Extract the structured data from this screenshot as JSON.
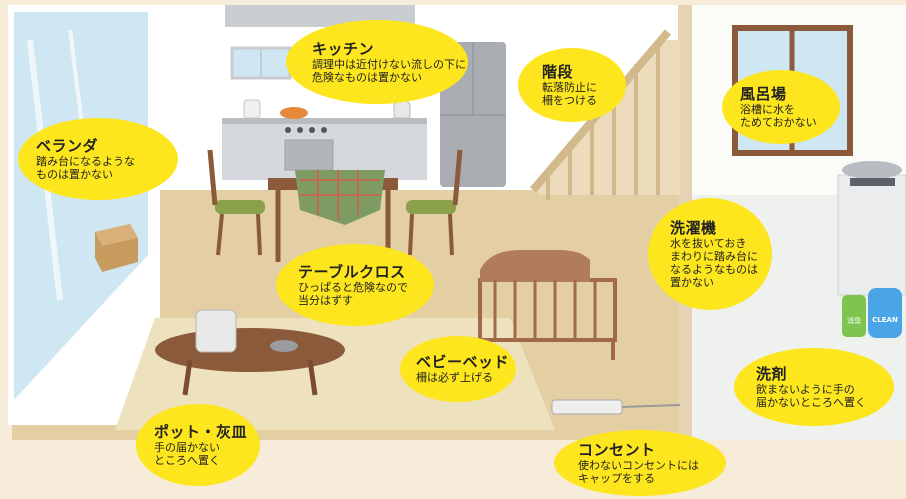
{
  "colors": {
    "background": "#f6ecd9",
    "bubble": "#fde61d",
    "floor": "#e3cfa3",
    "rug": "#ede2bd",
    "wall": "#ffffff",
    "wood": "#8a5a3b"
  },
  "callouts": {
    "kitchen": {
      "title": "キッチン",
      "desc": "調理中は近付けない流しの下に\n危険なものは置かない"
    },
    "stairs": {
      "title": "階段",
      "desc": "転落防止に\n柵をつける"
    },
    "bath": {
      "title": "風呂場",
      "desc": "浴槽に水を\nためておかない"
    },
    "veranda": {
      "title": "ベランダ",
      "desc": "踏み台になるような\nものは置かない"
    },
    "washer": {
      "title": "洗濯機",
      "desc": "水を抜いておき\nまわりに踏み台に\nなるようなものは\n置かない"
    },
    "tablecloth": {
      "title": "テーブルクロス",
      "desc": "ひっぱると危険なので\n当分はずす"
    },
    "babybed": {
      "title": "ベビーベッド",
      "desc": "柵は必ず上げる"
    },
    "detergent": {
      "title": "洗剤",
      "desc": "飲まないように手の\n届かないところへ置く"
    },
    "pot_ashtray": {
      "title": "ポット・灰皿",
      "desc": "手の届かない\nところへ置く"
    },
    "outlet": {
      "title": "コンセント",
      "desc": "使わないコンセントには\nキャップをする"
    }
  },
  "labels": {
    "detergent_bottle": "消臭",
    "clean_bottle": "CLEAN"
  }
}
